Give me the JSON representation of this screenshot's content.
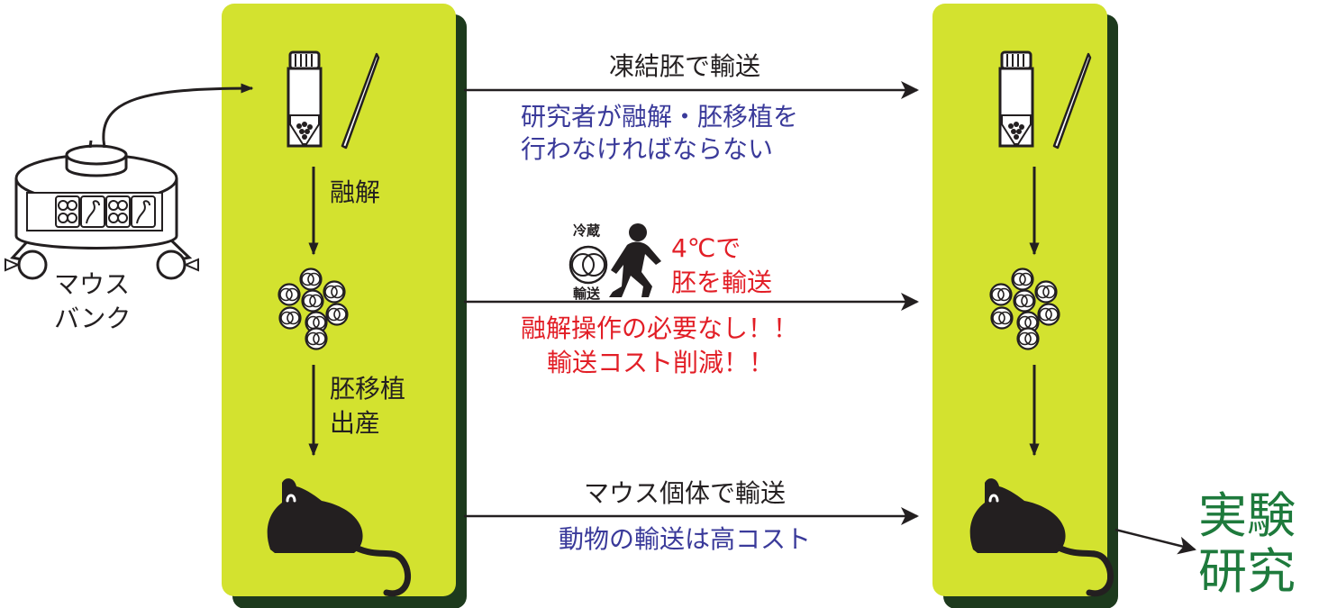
{
  "colors": {
    "panel": "#d3e22f",
    "panel_shadow": "#1d3a1d",
    "arrow": "#231f20",
    "blue_text": "#3a3a9a",
    "red_text": "#e21e26",
    "green_text": "#1e7a3c"
  },
  "icons": [
    "mouse-bank-tank-icon",
    "vial-icon",
    "straw-icon",
    "embryo-cluster-icon",
    "mouse-icon",
    "refrigerated-transport-icon",
    "courier-icon"
  ],
  "mouse_bank": {
    "line1": "マウス",
    "line2": "バンク"
  },
  "left_panel": {
    "step1": "融解",
    "step2_line1": "胚移植",
    "step2_line2": "出産"
  },
  "routes": {
    "frozen": {
      "label": "凍結胚で輸送",
      "note_line1": "研究者が融解・胚移植を",
      "note_line2": "行わなければならない"
    },
    "chilled": {
      "badge_top": "冷蔵",
      "badge_bottom": "輸送",
      "label_line1": "4℃で",
      "label_line2": "胚を輸送",
      "note_line1": "融解操作の必要なし！！",
      "note_line2": "輸送コスト削減！！"
    },
    "live": {
      "label": "マウス個体で輸送",
      "note": "動物の輸送は高コスト"
    }
  },
  "outcome": {
    "line1": "実験",
    "line2": "研究"
  }
}
